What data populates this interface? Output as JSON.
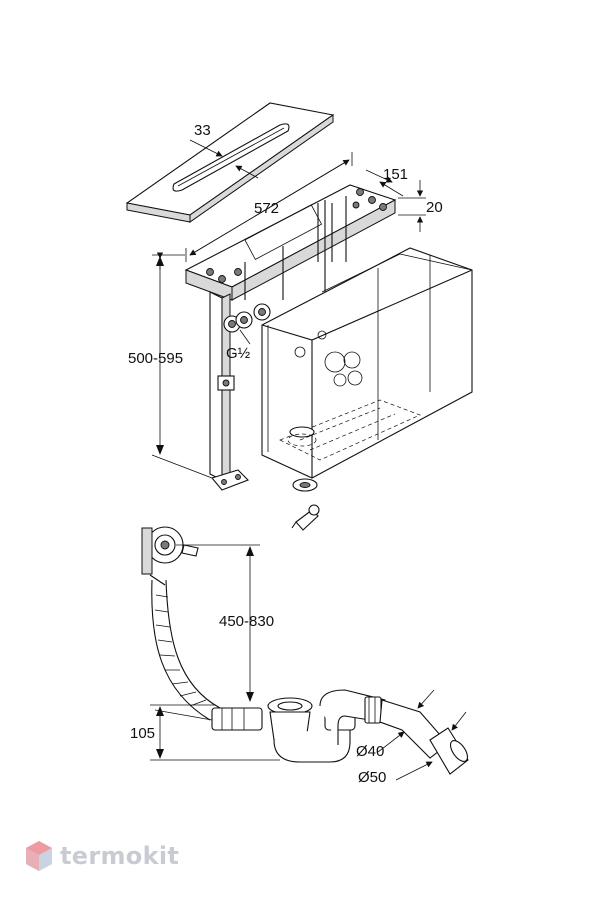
{
  "dimensions": {
    "top_slot_width": "33",
    "frame_length": "572",
    "frame_depth": "151",
    "frame_height": "20",
    "height_range": "500-595",
    "inlet_thread": "G½",
    "drain_height_range": "450-830",
    "drain_base_height": "105",
    "outlet_d40": "Ø40",
    "outlet_d50": "Ø50"
  },
  "watermark": {
    "brand": "termokit"
  }
}
